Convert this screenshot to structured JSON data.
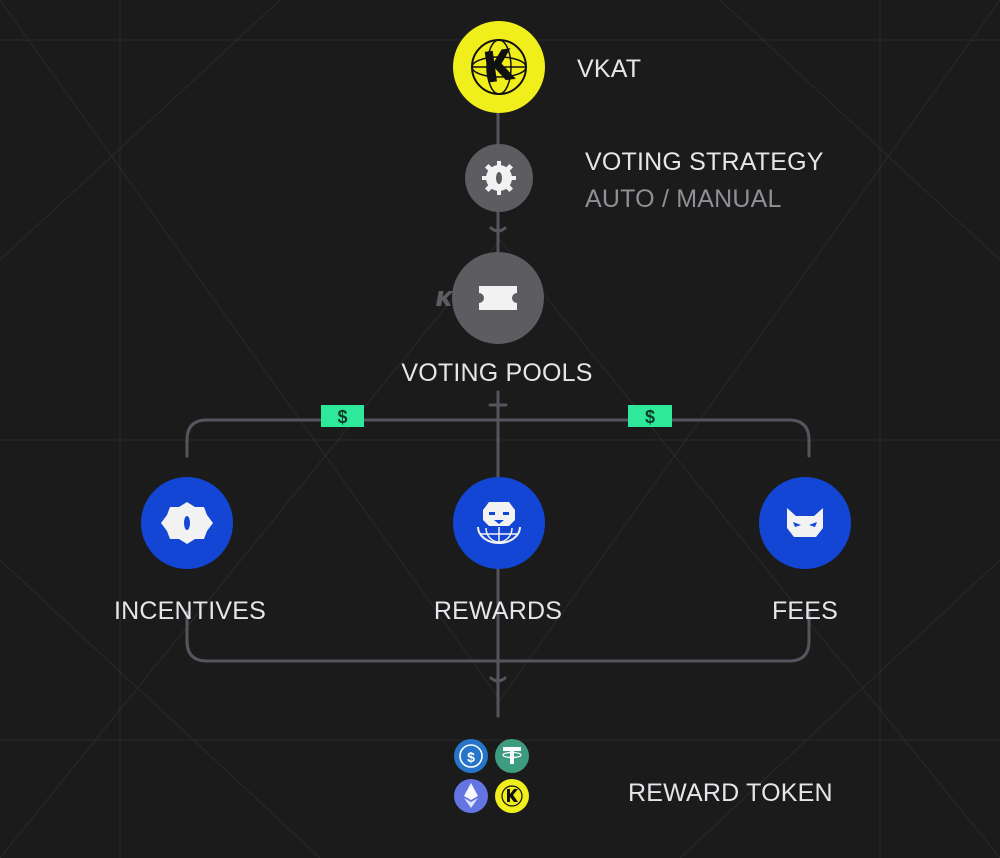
{
  "nodes": {
    "vkat": {
      "label": "VKAT"
    },
    "voting_strategy": {
      "label": "VOTING STRATEGY",
      "sublabel": "AUTO / MANUAL"
    },
    "voting_pools": {
      "label": "VOTING POOLS"
    },
    "incentives": {
      "label": "INCENTIVES"
    },
    "rewards": {
      "label": "REWARDS"
    },
    "fees": {
      "label": "FEES"
    },
    "reward_token": {
      "label": "REWARD TOKEN"
    }
  },
  "badges": {
    "left": "$",
    "right": "$"
  },
  "colors": {
    "background": "#1b1b1c",
    "vkat_yellow": "#f0ee1b",
    "node_gray": "#5c5c61",
    "node_blue": "#1346d4",
    "dollar_green": "#2ee99a",
    "connector": "#55565d",
    "usdc_blue": "#2775ca",
    "usdt_green": "#3d9c80",
    "eth_purple": "#6275e3"
  },
  "icons": {
    "vkat": "kat-globe-logo",
    "voting_strategy": "gear-icon",
    "voting_pools": "ticket-icon",
    "incentives": "gear-badge-icon",
    "rewards": "lion-globe-icon",
    "fees": "cat-mask-icon",
    "tokens": [
      "usdc-icon",
      "usdt-icon",
      "eth-icon",
      "kat-icon"
    ]
  }
}
